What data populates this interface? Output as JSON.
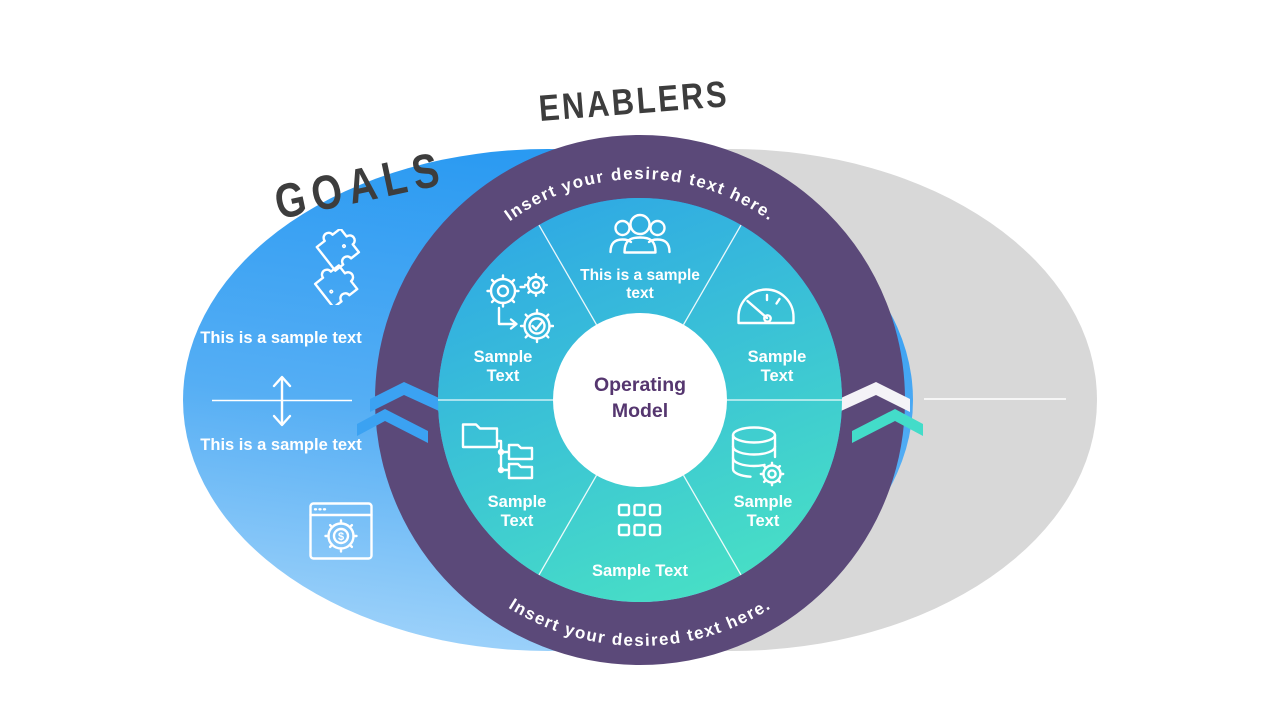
{
  "labels": {
    "goals": "GOALS",
    "enablers": "ENABLERS"
  },
  "left_ellipse": {
    "text_top": "This is a sample text",
    "text_bottom": "This is a sample text"
  },
  "ring": {
    "arc_text_top": "Insert your desired text here.",
    "arc_text_bottom": "Insert your desired text here."
  },
  "center": {
    "title": "Operating Model"
  },
  "segments": [
    {
      "position": "top",
      "icon": "people-icon",
      "label": "This is a sample text"
    },
    {
      "position": "upper-right",
      "icon": "speedometer-icon",
      "label": "Sample Text"
    },
    {
      "position": "lower-right",
      "icon": "database-gear-icon",
      "label": "Sample Text"
    },
    {
      "position": "bottom",
      "icon": "squares-grid-icon",
      "label": "Sample Text"
    },
    {
      "position": "lower-left",
      "icon": "folder-tree-icon",
      "label": "Sample Text"
    },
    {
      "position": "upper-left",
      "icon": "gears-check-icon",
      "label": "Sample Text"
    }
  ],
  "left_icons": [
    "puzzle-icon",
    "updown-arrow-icon",
    "browser-gear-dollar-icon"
  ],
  "icons": {
    "dollar_glyph": "$"
  },
  "colors": {
    "background": "#ffffff",
    "blue_ellipse_top": "#2899F2",
    "blue_ellipse_bottom": "#9ED2FA",
    "gray_ellipse": "#D8D8D8",
    "ring_purple": "#5B4979",
    "inner_teal_top": "#2FA9E4",
    "inner_teal_bottom": "#48E0C5",
    "seam_blue": "#3BA2F2",
    "seam_teal": "#43DCC9",
    "center_text_purple": "#55366F",
    "heading_gray": "#3d3d3d",
    "white": "#ffffff"
  }
}
